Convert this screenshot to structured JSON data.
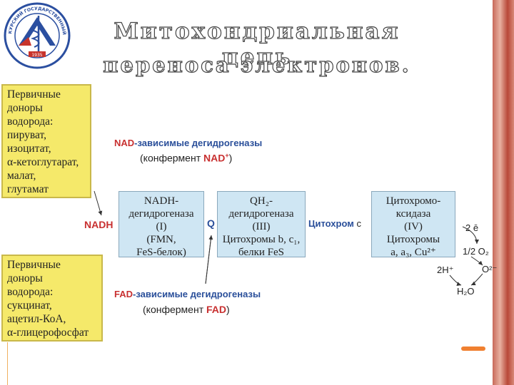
{
  "title": {
    "line1": "Митохондриальная цепь",
    "line2": "переноса электронов."
  },
  "logo": {
    "text": "КУРСКИЙ ГОСУДАРСТВЕННЫЙ МЕДИЦИНСКИЙ УНИВЕРСИТЕТ",
    "year": "1935"
  },
  "donors_top": "Первичные\nдоноры\nводорода:\nпируват,\nизоцитат,\nα-кетоглутарат,\nмалат,\nглутамат",
  "donors_bottom": "Первичные\nдоноры\nводорода:\nсукцинат,\nацетил-КоА,\nα-глицерофосфат",
  "nad_label": {
    "main": "NAD",
    "rest": "-зависимые дегидрогеназы"
  },
  "nad_coenzyme": {
    "open": "(конфермент ",
    "name": "NAD",
    "sup": "+",
    "close": ")"
  },
  "fad_label": {
    "main": "FAD",
    "rest": "-зависимые дегидрогеназы"
  },
  "fad_coenzyme": {
    "open": "(конфермент ",
    "name": "FAD",
    "close": ")"
  },
  "nadh": "NADH",
  "q": "Q",
  "cytochrome_c": {
    "main": "Цитохром",
    "letter": "с"
  },
  "complex1": "NADH-\nдегидрогеназа\n(I)\n(FMN,\nFeS-белок)",
  "complex3": "QH₂-\nдегидрогеназа\n(III)\nЦитохромы b, c₁,\nбелки FeS",
  "complex4": "Цитохромо-\nксидаза\n(IV)\nЦитохромы\na, a₃, Cu²⁺",
  "reaction": {
    "electrons": "2 ē",
    "oxygen": "1/2 O₂",
    "protons": "2H⁺",
    "oxide": "O²⁻",
    "water": "H₂O"
  },
  "colors": {
    "donor_bg": "#f5e96a",
    "complex_bg": "#cfe6f3",
    "label_blue": "#2a4f9a",
    "label_red": "#c83030"
  }
}
